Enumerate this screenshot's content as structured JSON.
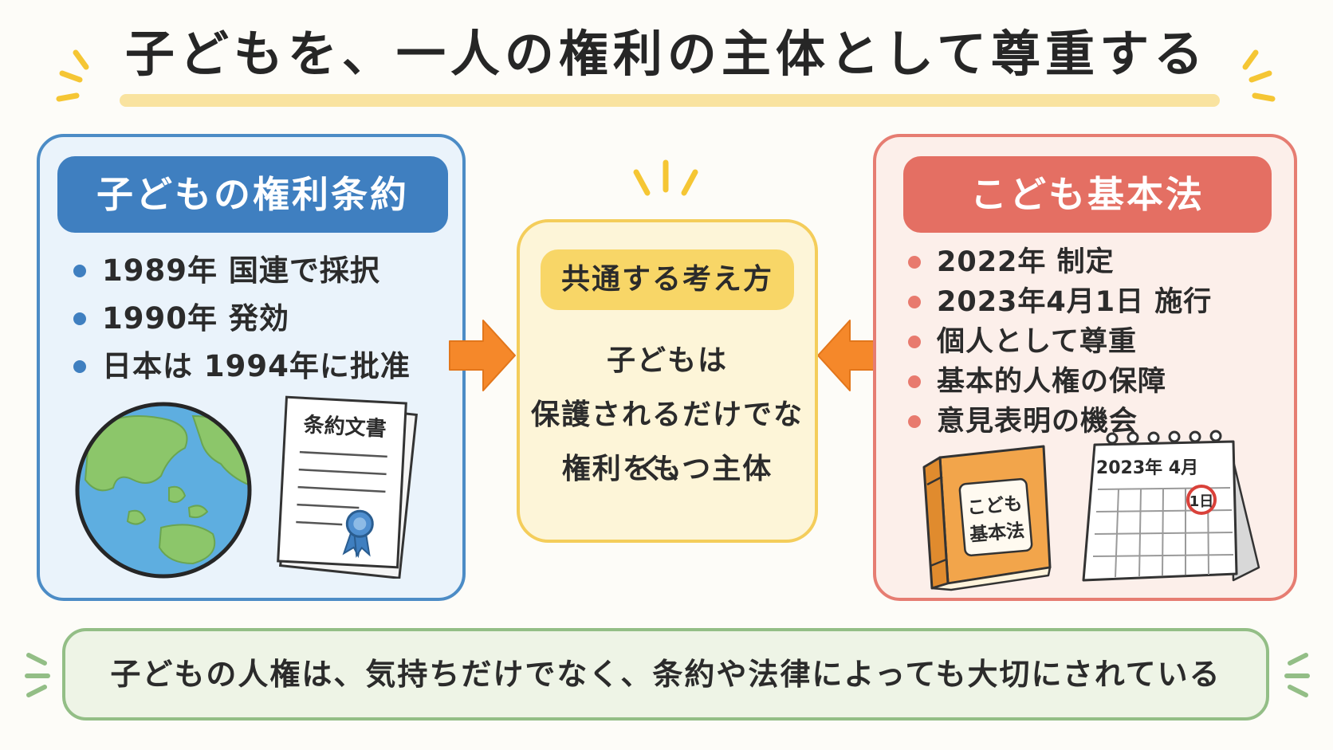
{
  "title": "子どもを、一人の権利の主体として尊重する",
  "left": {
    "header": "子どもの権利条約",
    "items": [
      "1989年 国連で採択",
      "1990年 発効",
      "日本は 1994年に批准"
    ],
    "document_label": "条約文書"
  },
  "center": {
    "pill": "共通する考え方",
    "lines": [
      "子どもは",
      "保護されるだけでなく、",
      "権利をもつ主体"
    ]
  },
  "right": {
    "header": "こども基本法",
    "items": [
      "2022年 制定",
      "2023年4月1日 施行",
      "個人として尊重",
      "基本的人権の保障",
      "意見表明の機会"
    ],
    "book_label_line1": "こども",
    "book_label_line2": "基本法",
    "calendar_label": "2023年 4月",
    "calendar_day": "1日"
  },
  "bottom": {
    "text": "子どもの人権は、気持ちだけでなく、条約や法律によっても大切にされている"
  },
  "colors": {
    "blue": "#3f7fc0",
    "red": "#e46f63",
    "yellow": "#f8d667",
    "orange_arrow": "#f5882a",
    "green": "#93be86"
  }
}
